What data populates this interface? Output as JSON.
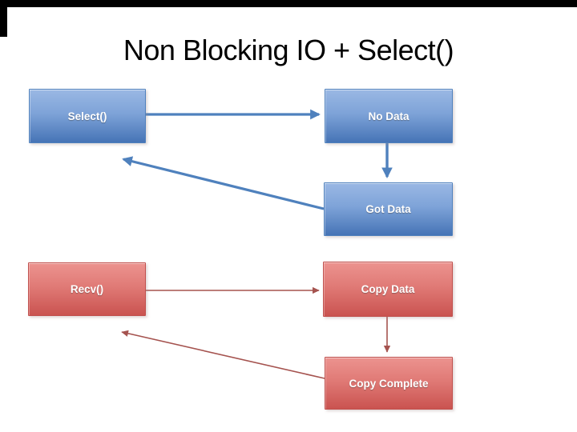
{
  "slide": {
    "title": "Non Blocking IO + Select()"
  },
  "diagram": {
    "nodes": [
      {
        "id": "select",
        "label": "Select()",
        "color_group": "blue"
      },
      {
        "id": "no-data",
        "label": "No Data",
        "color_group": "blue"
      },
      {
        "id": "got-data",
        "label": "Got Data",
        "color_group": "blue"
      },
      {
        "id": "recv",
        "label": "Recv()",
        "color_group": "red"
      },
      {
        "id": "copy-data",
        "label": "Copy Data",
        "color_group": "red"
      },
      {
        "id": "copy-complete",
        "label": "Copy Complete",
        "color_group": "red"
      }
    ],
    "edges": [
      {
        "from": "select",
        "to": "no-data",
        "color_group": "blue",
        "weight": "thick"
      },
      {
        "from": "no-data",
        "to": "got-data",
        "color_group": "blue",
        "weight": "thick"
      },
      {
        "from": "got-data",
        "to": "select",
        "color_group": "blue",
        "weight": "thick"
      },
      {
        "from": "recv",
        "to": "copy-data",
        "color_group": "red",
        "weight": "thin"
      },
      {
        "from": "copy-data",
        "to": "copy-complete",
        "color_group": "red",
        "weight": "thin"
      },
      {
        "from": "copy-complete",
        "to": "recv",
        "color_group": "red",
        "weight": "thin"
      }
    ],
    "colors": {
      "background": "#ffffff",
      "title_text": "#000000",
      "frame_bars": "#000000",
      "blue_box_top": "#9ab8e4",
      "blue_box_bottom": "#4674b6",
      "blue_border": "#4f81bd",
      "blue_arrow": "#4f81bd",
      "red_box_top": "#ec938f",
      "red_box_bottom": "#ca5350",
      "red_border": "#c0504d",
      "red_arrow": "#a5534f",
      "node_label_text": "#ffffff"
    }
  }
}
